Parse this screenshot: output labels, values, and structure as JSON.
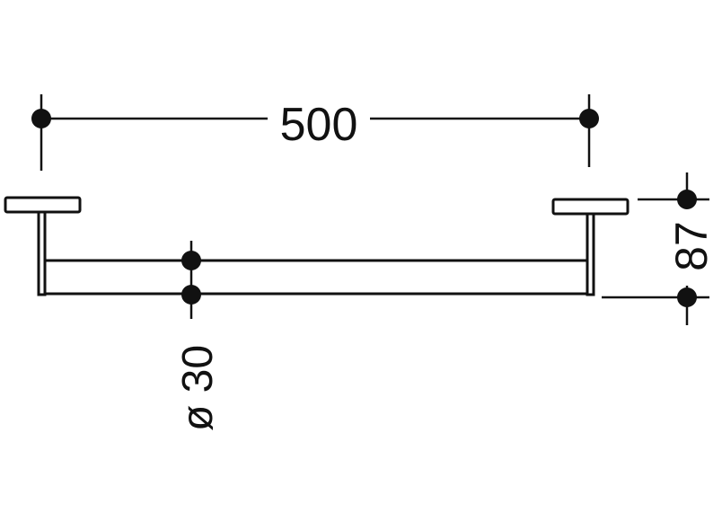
{
  "drawing": {
    "dimensions": {
      "length": "500",
      "diameter": "ø 30",
      "projection": "87"
    },
    "colors": {
      "line": "#111111",
      "background": "#ffffff"
    }
  }
}
